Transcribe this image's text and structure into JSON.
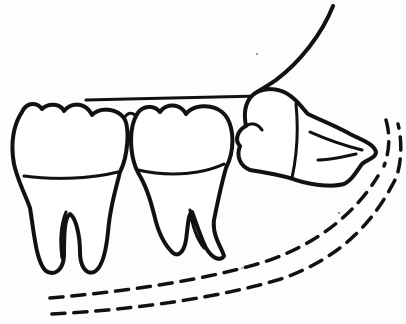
{
  "figure": {
    "subject": "impacted-third-molar-diagram",
    "style": "black-line-drawing"
  },
  "colors": {
    "ink": "#111111",
    "paper": "#fdfdfd"
  },
  "teeth": [
    {
      "name": "first-molar"
    },
    {
      "name": "second-molar"
    },
    {
      "name": "third-molar-impacted"
    }
  ]
}
